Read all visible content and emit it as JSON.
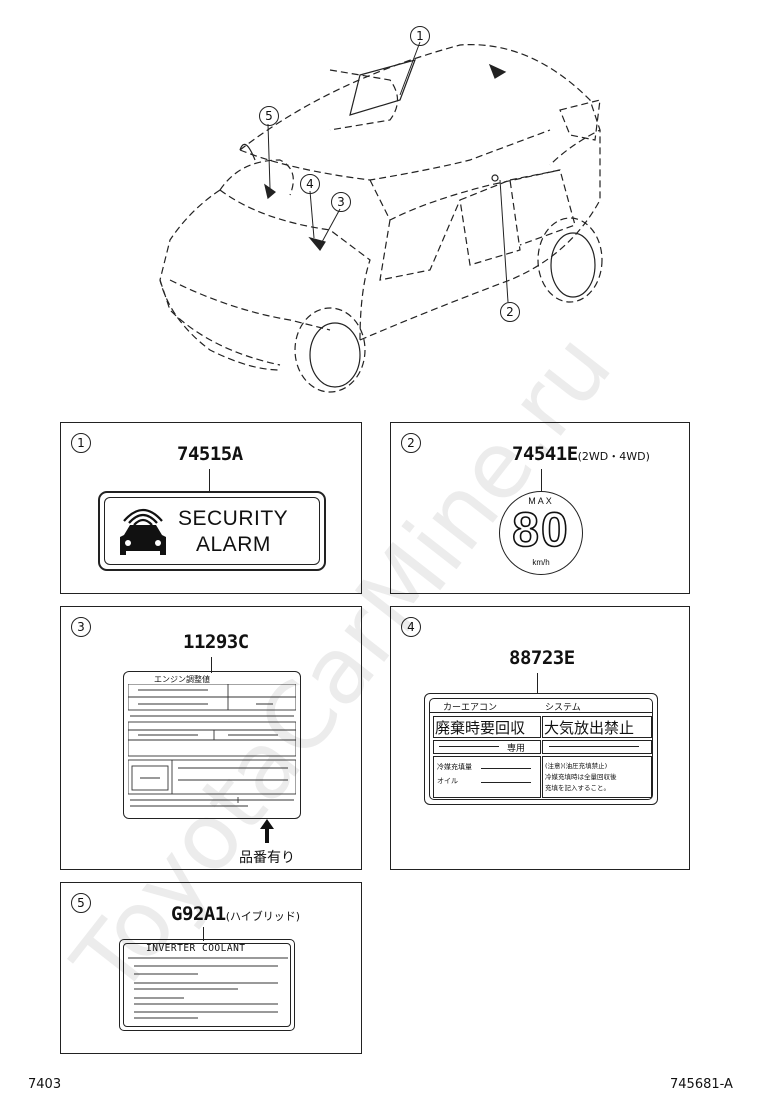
{
  "watermark": "ToyotaCarMine.ru",
  "callouts": [
    "1",
    "2",
    "3",
    "4",
    "5"
  ],
  "panels": [
    {
      "num": "1",
      "part": "74515A",
      "note": "",
      "line1": "SECURITY",
      "line2": "ALARM"
    },
    {
      "num": "2",
      "part": "74541E",
      "note": "(2WD・4WD)",
      "max": "MAX",
      "speed": "80",
      "unit": "km/h"
    },
    {
      "num": "3",
      "part": "11293C",
      "note": "",
      "title": "エンジン調整値",
      "arrow_label": "品番有り"
    },
    {
      "num": "4",
      "part": "88723E",
      "note": "",
      "header_left": "カーエアコン",
      "header_right": "システム",
      "box_left": "廃棄時要回収",
      "box_right": "大気放出禁止",
      "sub": "専用",
      "l1": "冷媒充填量",
      "l2": "オイル",
      "r1": "(注意)(油圧充填禁止)",
      "r2": "冷媒充填時は全量回収後",
      "r3": "充填を記入すること。"
    },
    {
      "num": "5",
      "part": "G92A1",
      "note": "(ハイブリッド)",
      "title": "INVERTER COOLANT"
    }
  ],
  "footer": {
    "left": "7403",
    "right": "745681-A"
  }
}
